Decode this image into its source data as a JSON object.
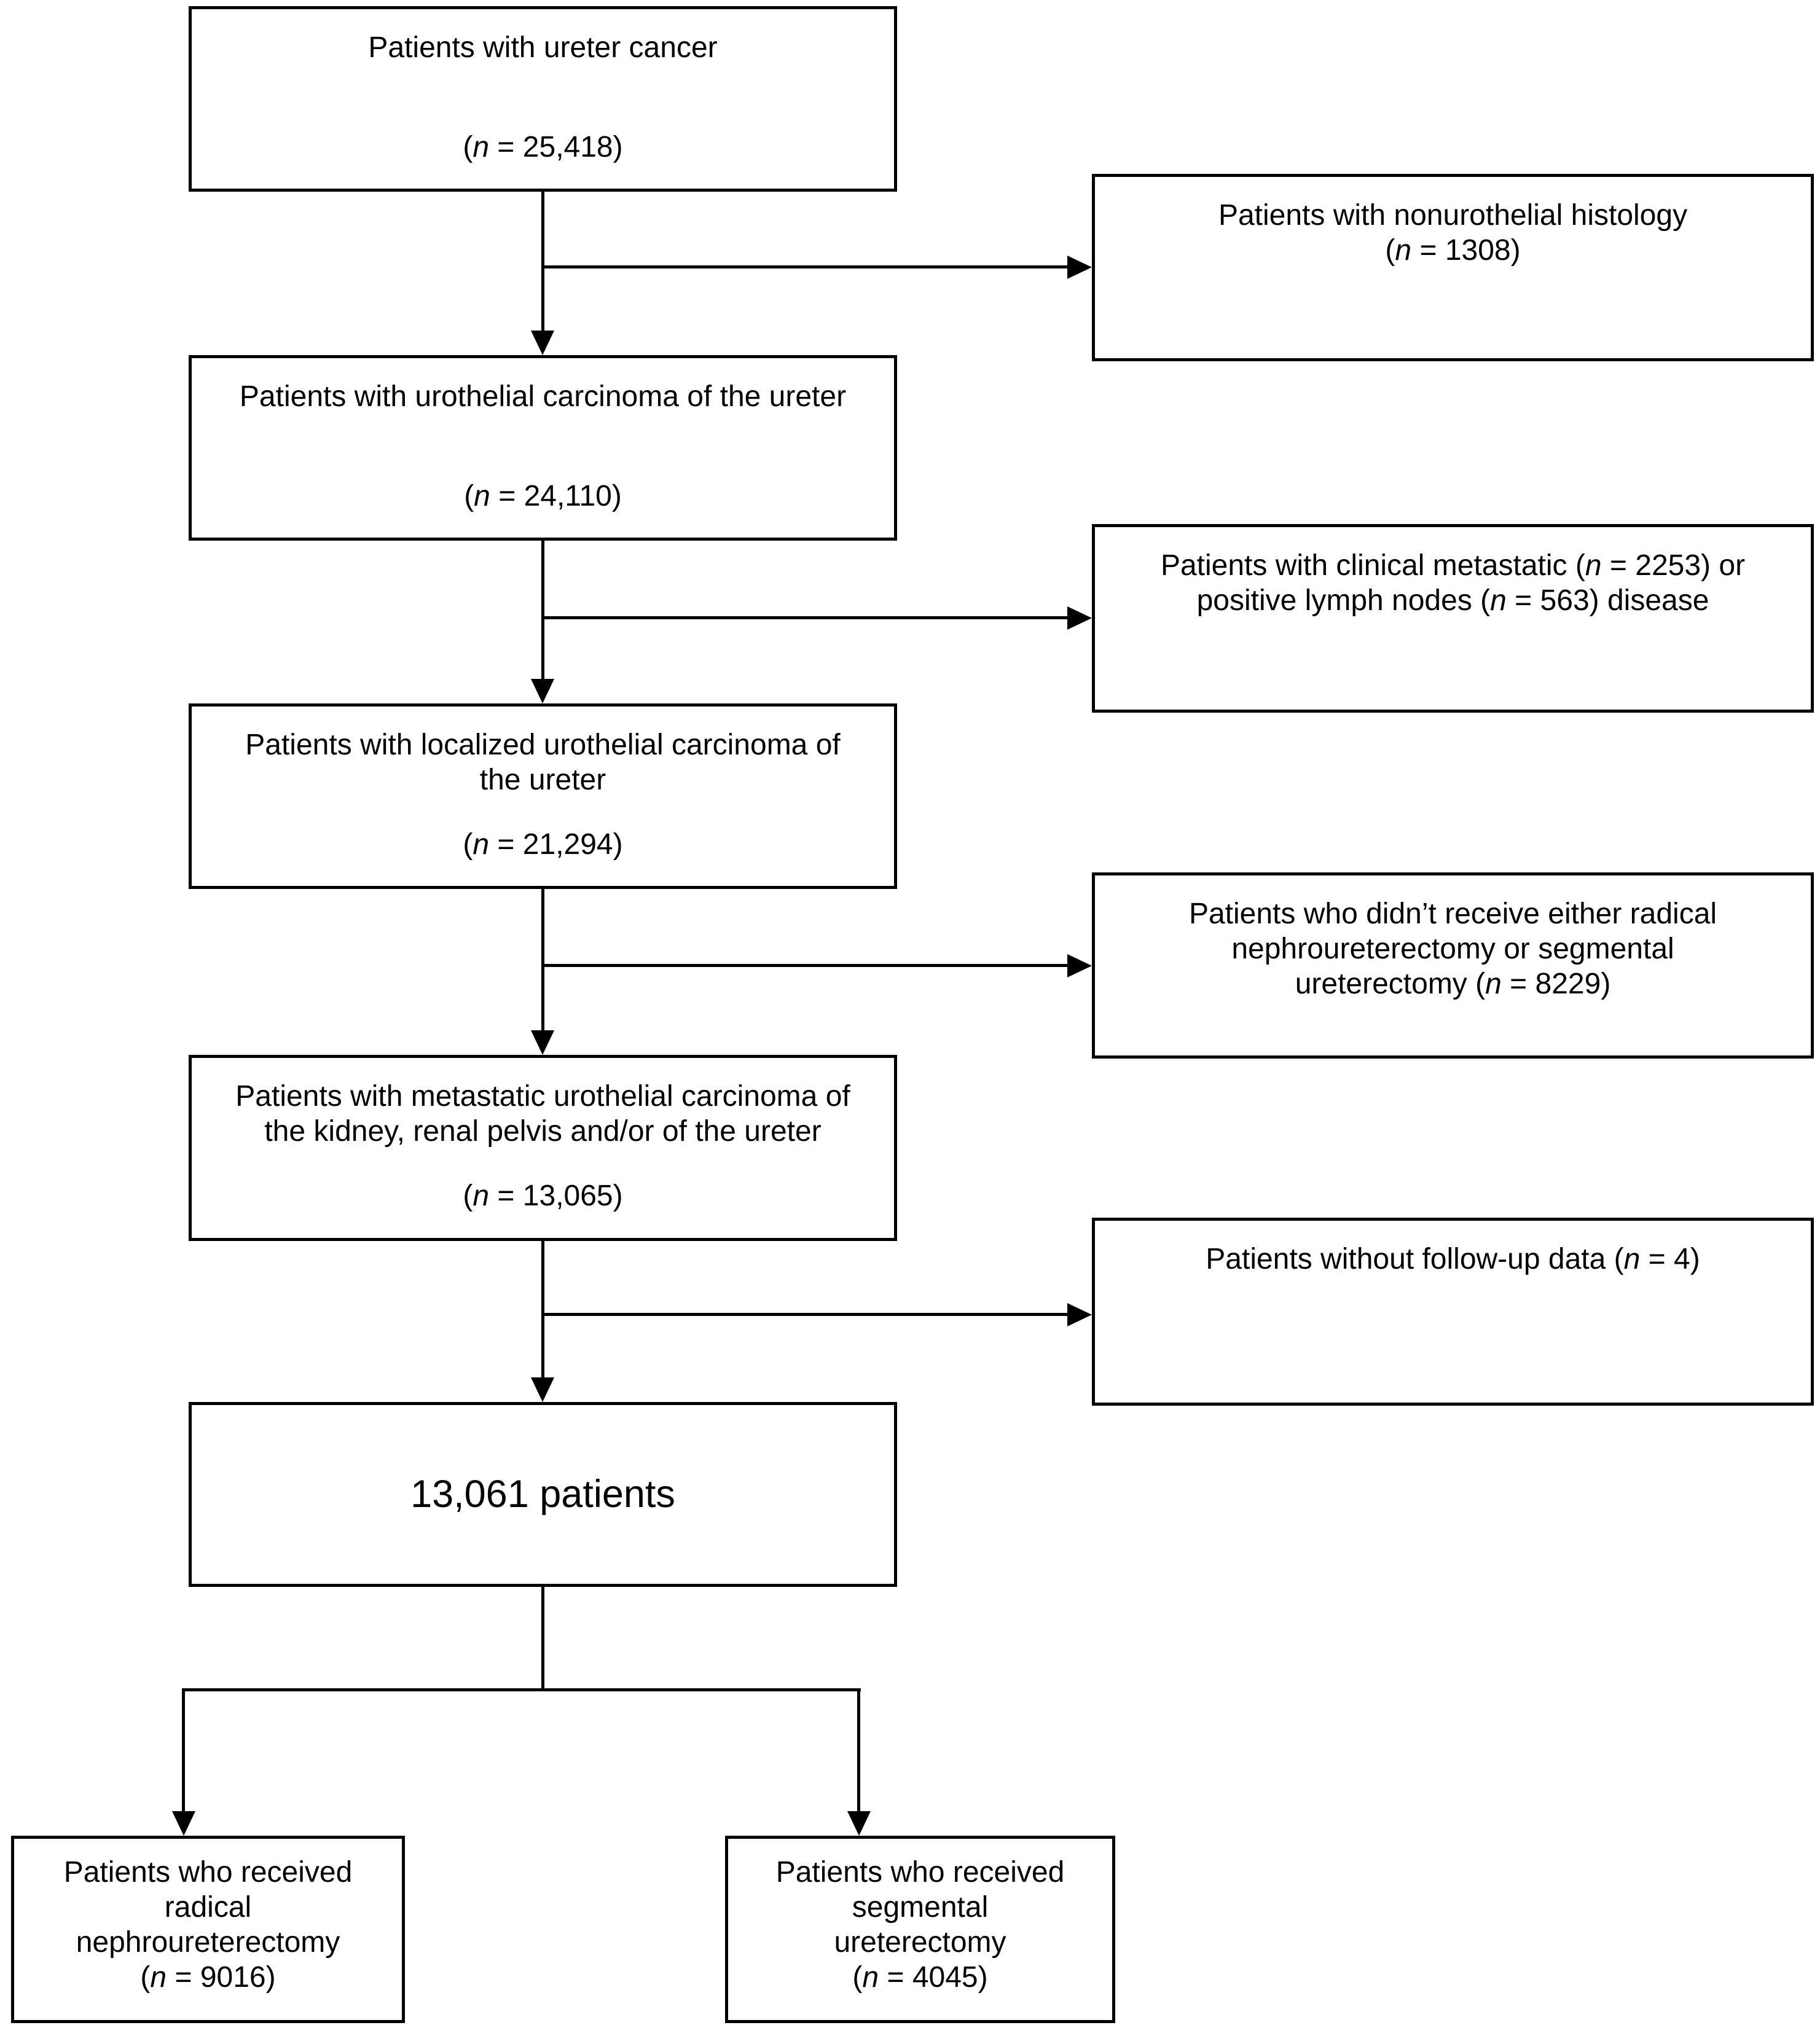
{
  "flowchart": {
    "colors": {
      "line": "#000000",
      "background": "#ffffff",
      "text": "#000000"
    },
    "main_boxes": [
      {
        "lines": [
          "Patients with ureter cancer"
        ],
        "count": "(n = 25,418)"
      },
      {
        "lines": [
          "Patients with urothelial carcinoma of the ureter"
        ],
        "count": "(n = 24,110)"
      },
      {
        "lines": [
          "Patients with localized urothelial carcinoma of",
          "the ureter"
        ],
        "count": "(n = 21,294)"
      },
      {
        "lines": [
          "Patients with metastatic urothelial carcinoma of",
          "the kidney, renal pelvis and/or of the ureter"
        ],
        "count": "(n = 13,065)"
      },
      {
        "lines": [
          "13,061 patients"
        ]
      }
    ],
    "exclusion_boxes": [
      {
        "lines": [
          "Patients with nonurothelial histology",
          "(n = 1308)"
        ]
      },
      {
        "lines": [
          "Patients with clinical metastatic (n = 2253) or",
          "positive lymph nodes (n = 563) disease"
        ]
      },
      {
        "lines": [
          "Patients who didn’t receive either radical",
          "nephroureterectomy or segmental",
          "ureterectomy (n = 8229)"
        ]
      },
      {
        "lines": [
          "Patients without follow-up data (n = 4)"
        ]
      }
    ],
    "outcome_boxes": [
      {
        "lines": [
          "Patients who received",
          "radical",
          "nephroureterectomy",
          "(n = 9016)"
        ]
      },
      {
        "lines": [
          "Patients who received",
          "segmental",
          "ureterectomy",
          "(n = 4045)"
        ]
      }
    ]
  }
}
